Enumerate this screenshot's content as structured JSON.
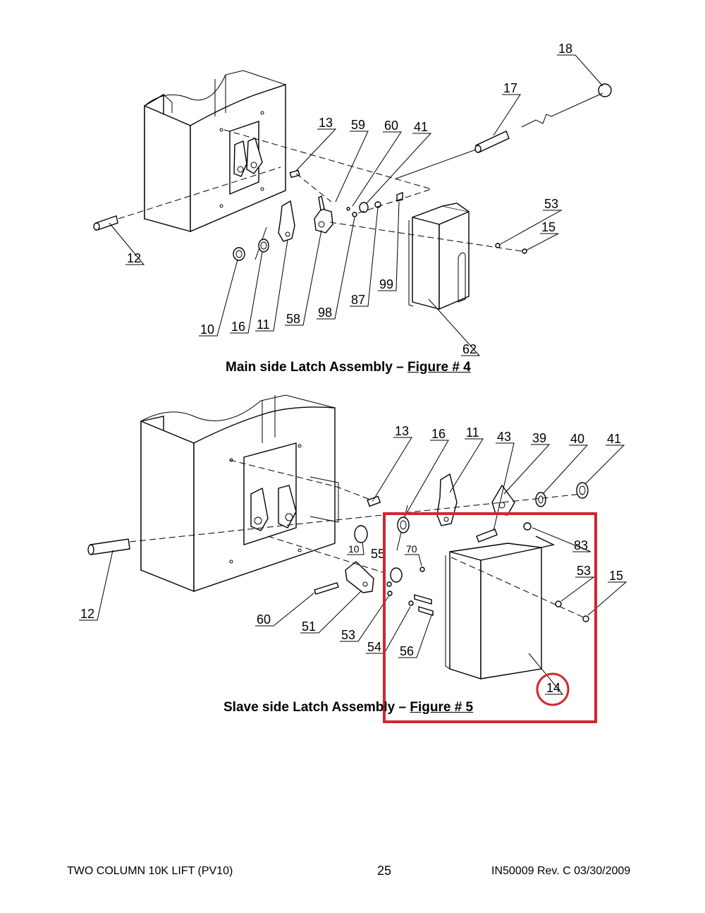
{
  "figure4": {
    "caption_text": "Main side Latch Assembly – ",
    "caption_ref": "Figure # 4",
    "callouts": [
      "18",
      "17",
      "13",
      "59",
      "60",
      "41",
      "53",
      "15",
      "12",
      "99",
      "87",
      "98",
      "58",
      "11",
      "16",
      "10",
      "62"
    ]
  },
  "figure5": {
    "caption_text": "Slave side Latch Assembly – ",
    "caption_ref": "Figure # 5",
    "callouts": [
      "13",
      "16",
      "11",
      "43",
      "39",
      "40",
      "41",
      "83",
      "53",
      "15",
      "12",
      "10",
      "55",
      "70",
      "60",
      "51",
      "53",
      "54",
      "56",
      "14"
    ]
  },
  "highlight": {
    "color": "#d0282e",
    "circled_part": "14"
  },
  "footer": {
    "left": "TWO COLUMN 10K LIFT (PV10)",
    "page_number": "25",
    "right": "IN50009 Rev. C 03/30/2009"
  }
}
